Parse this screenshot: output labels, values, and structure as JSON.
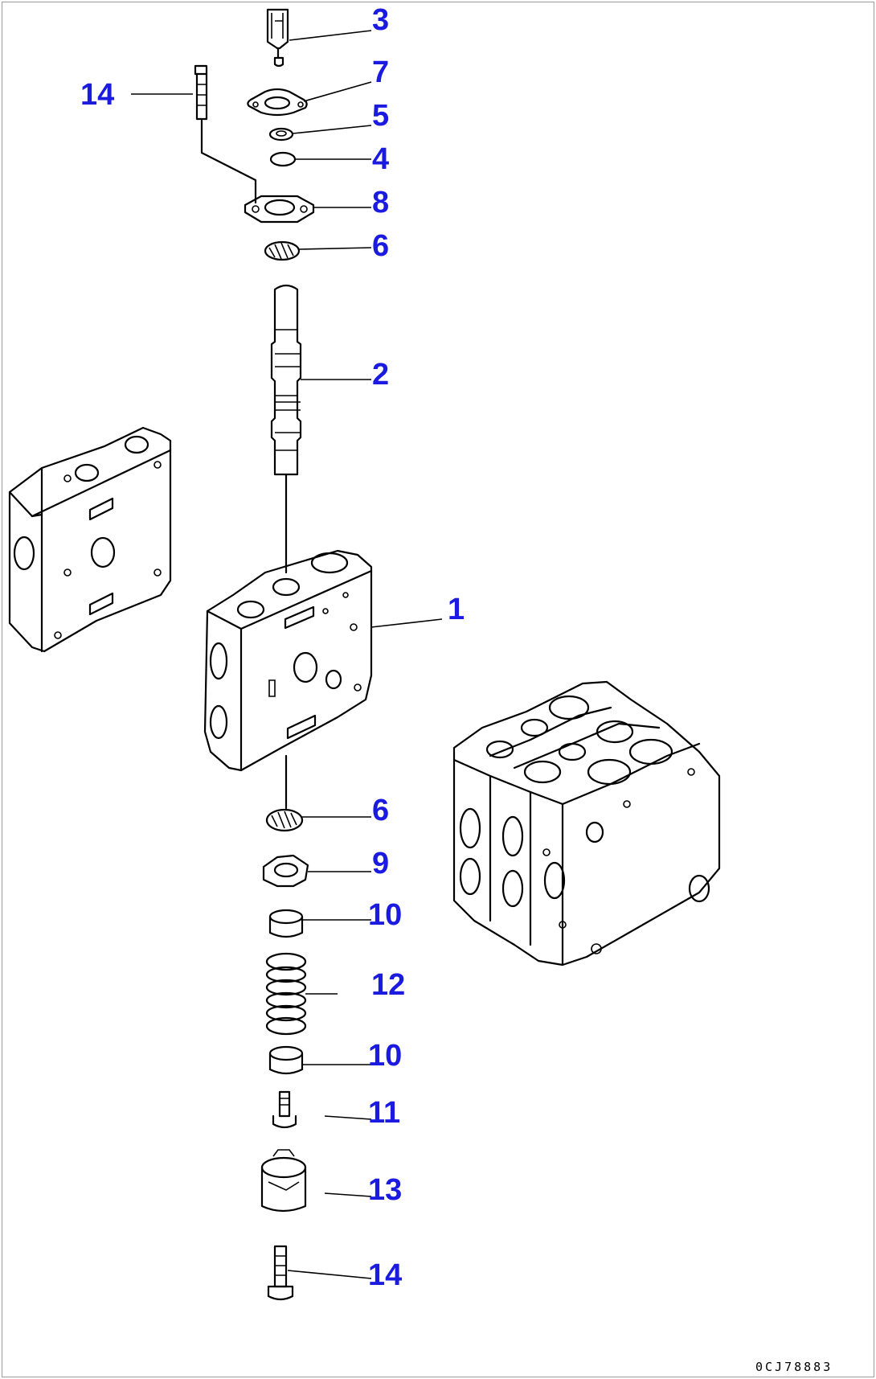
{
  "callouts": [
    {
      "id": "c3",
      "num": "3"
    },
    {
      "id": "c7",
      "num": "7"
    },
    {
      "id": "c14a",
      "num": "14"
    },
    {
      "id": "c5",
      "num": "5"
    },
    {
      "id": "c4",
      "num": "4"
    },
    {
      "id": "c8",
      "num": "8"
    },
    {
      "id": "c6a",
      "num": "6"
    },
    {
      "id": "c2",
      "num": "2"
    },
    {
      "id": "c1",
      "num": "1"
    },
    {
      "id": "c6b",
      "num": "6"
    },
    {
      "id": "c9",
      "num": "9"
    },
    {
      "id": "c10a",
      "num": "10"
    },
    {
      "id": "c12",
      "num": "12"
    },
    {
      "id": "c10b",
      "num": "10"
    },
    {
      "id": "c11",
      "num": "11"
    },
    {
      "id": "c13",
      "num": "13"
    },
    {
      "id": "c14b",
      "num": "14"
    }
  ],
  "drawing_id": "0CJ78883",
  "colors": {
    "callout": "#1a1ae0",
    "line": "#000000",
    "border": "#9a9a9a"
  }
}
